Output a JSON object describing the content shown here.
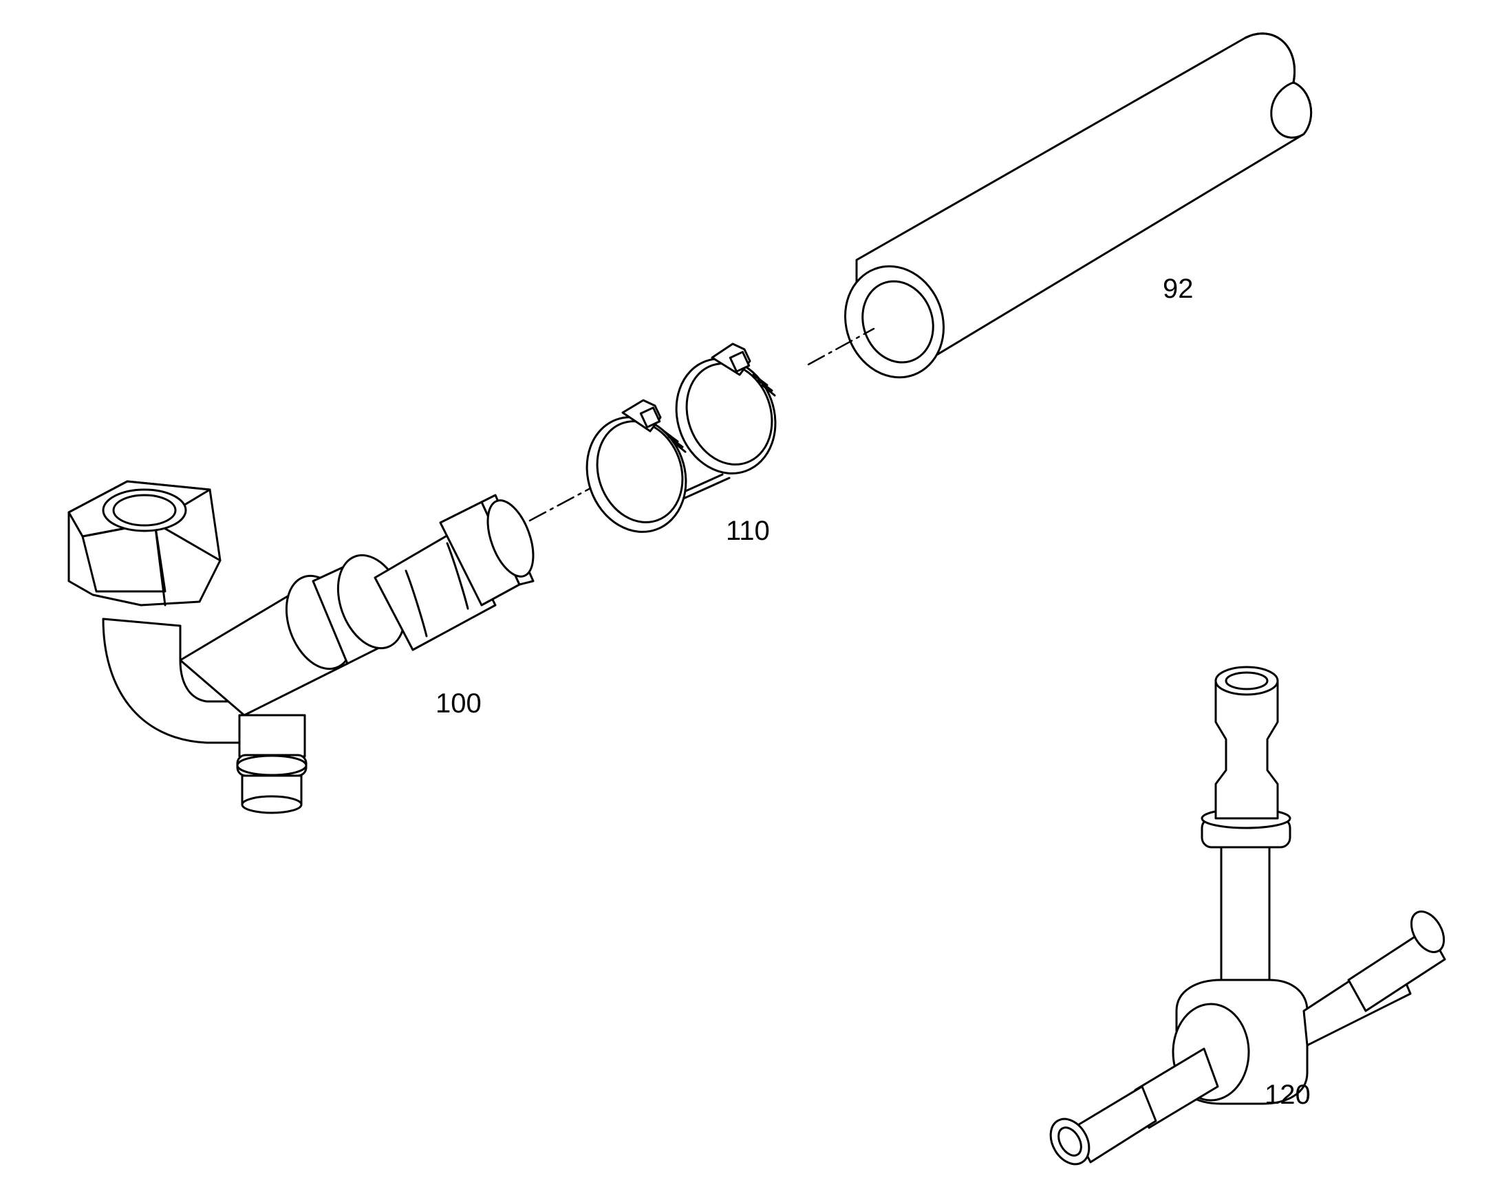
{
  "figure": {
    "parts": [
      {
        "id": "hose",
        "label": "92"
      },
      {
        "id": "hose-clamps",
        "label": "110"
      },
      {
        "id": "elbow-fitting",
        "label": "100"
      },
      {
        "id": "tee-fitting",
        "label": "120"
      }
    ]
  },
  "colors": {
    "line": "#000000",
    "background": "#ffffff"
  }
}
